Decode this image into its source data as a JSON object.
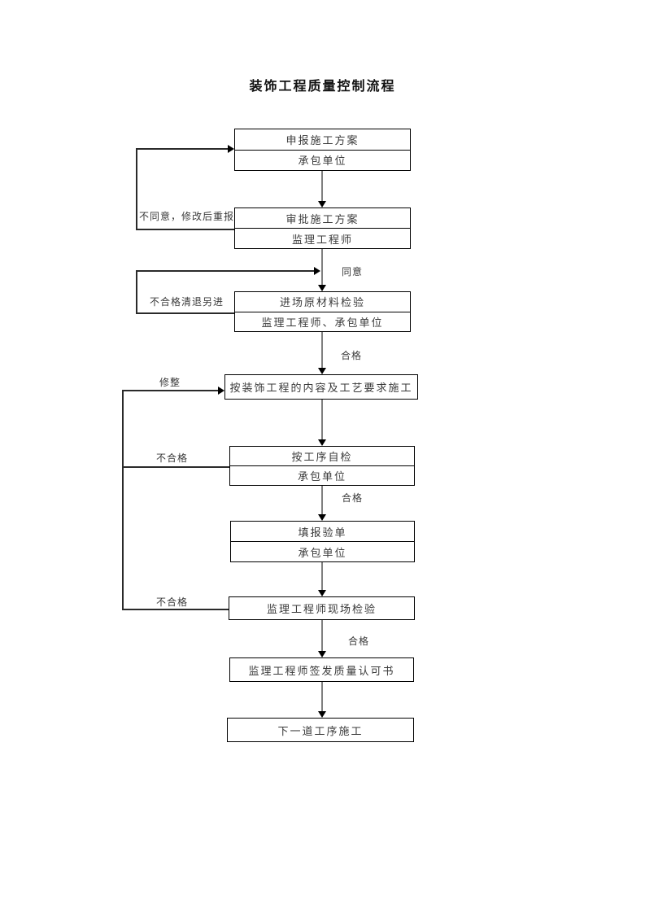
{
  "title": "装饰工程质量控制流程",
  "boxes": [
    {
      "name": "declare-construction-plan",
      "rows": [
        "申报施工方案",
        "承包单位"
      ]
    },
    {
      "name": "approve-construction-plan",
      "rows": [
        "审批施工方案",
        "监理工程师"
      ]
    },
    {
      "name": "incoming-material-inspection",
      "rows": [
        "进场原材料检验",
        "监理工程师、承包单位"
      ]
    },
    {
      "name": "construct-per-requirements",
      "rows": [
        "按装饰工程的内容及工艺要求施工"
      ]
    },
    {
      "name": "process-self-inspection",
      "rows": [
        "按工序自检",
        "承包单位"
      ]
    },
    {
      "name": "fill-inspection-form",
      "rows": [
        "填报验单",
        "承包单位"
      ]
    },
    {
      "name": "supervisor-site-inspection",
      "rows": [
        "监理工程师现场检验"
      ]
    },
    {
      "name": "issue-quality-approval",
      "rows": [
        "监理工程师签发质量认可书"
      ]
    },
    {
      "name": "next-process-construction",
      "rows": [
        "下一道工序施工"
      ]
    }
  ],
  "edge_labels": {
    "agree": "同意",
    "qualified_after_material": "合格",
    "qualified_after_self_check": "合格",
    "qualified_after_site_check": "合格",
    "disagree_revise_resubmit": "不同意，修改后重报",
    "unqualified_clear_and_replace": "不合格清退另进",
    "rectify": "修整",
    "unqualified_self_check": "不合格",
    "unqualified_site_check": "不合格"
  },
  "colors": {
    "box_border": "#000000",
    "connector_line": "#808080",
    "feedback_line": "#2a2a2a",
    "text": "#3a3a3a"
  }
}
